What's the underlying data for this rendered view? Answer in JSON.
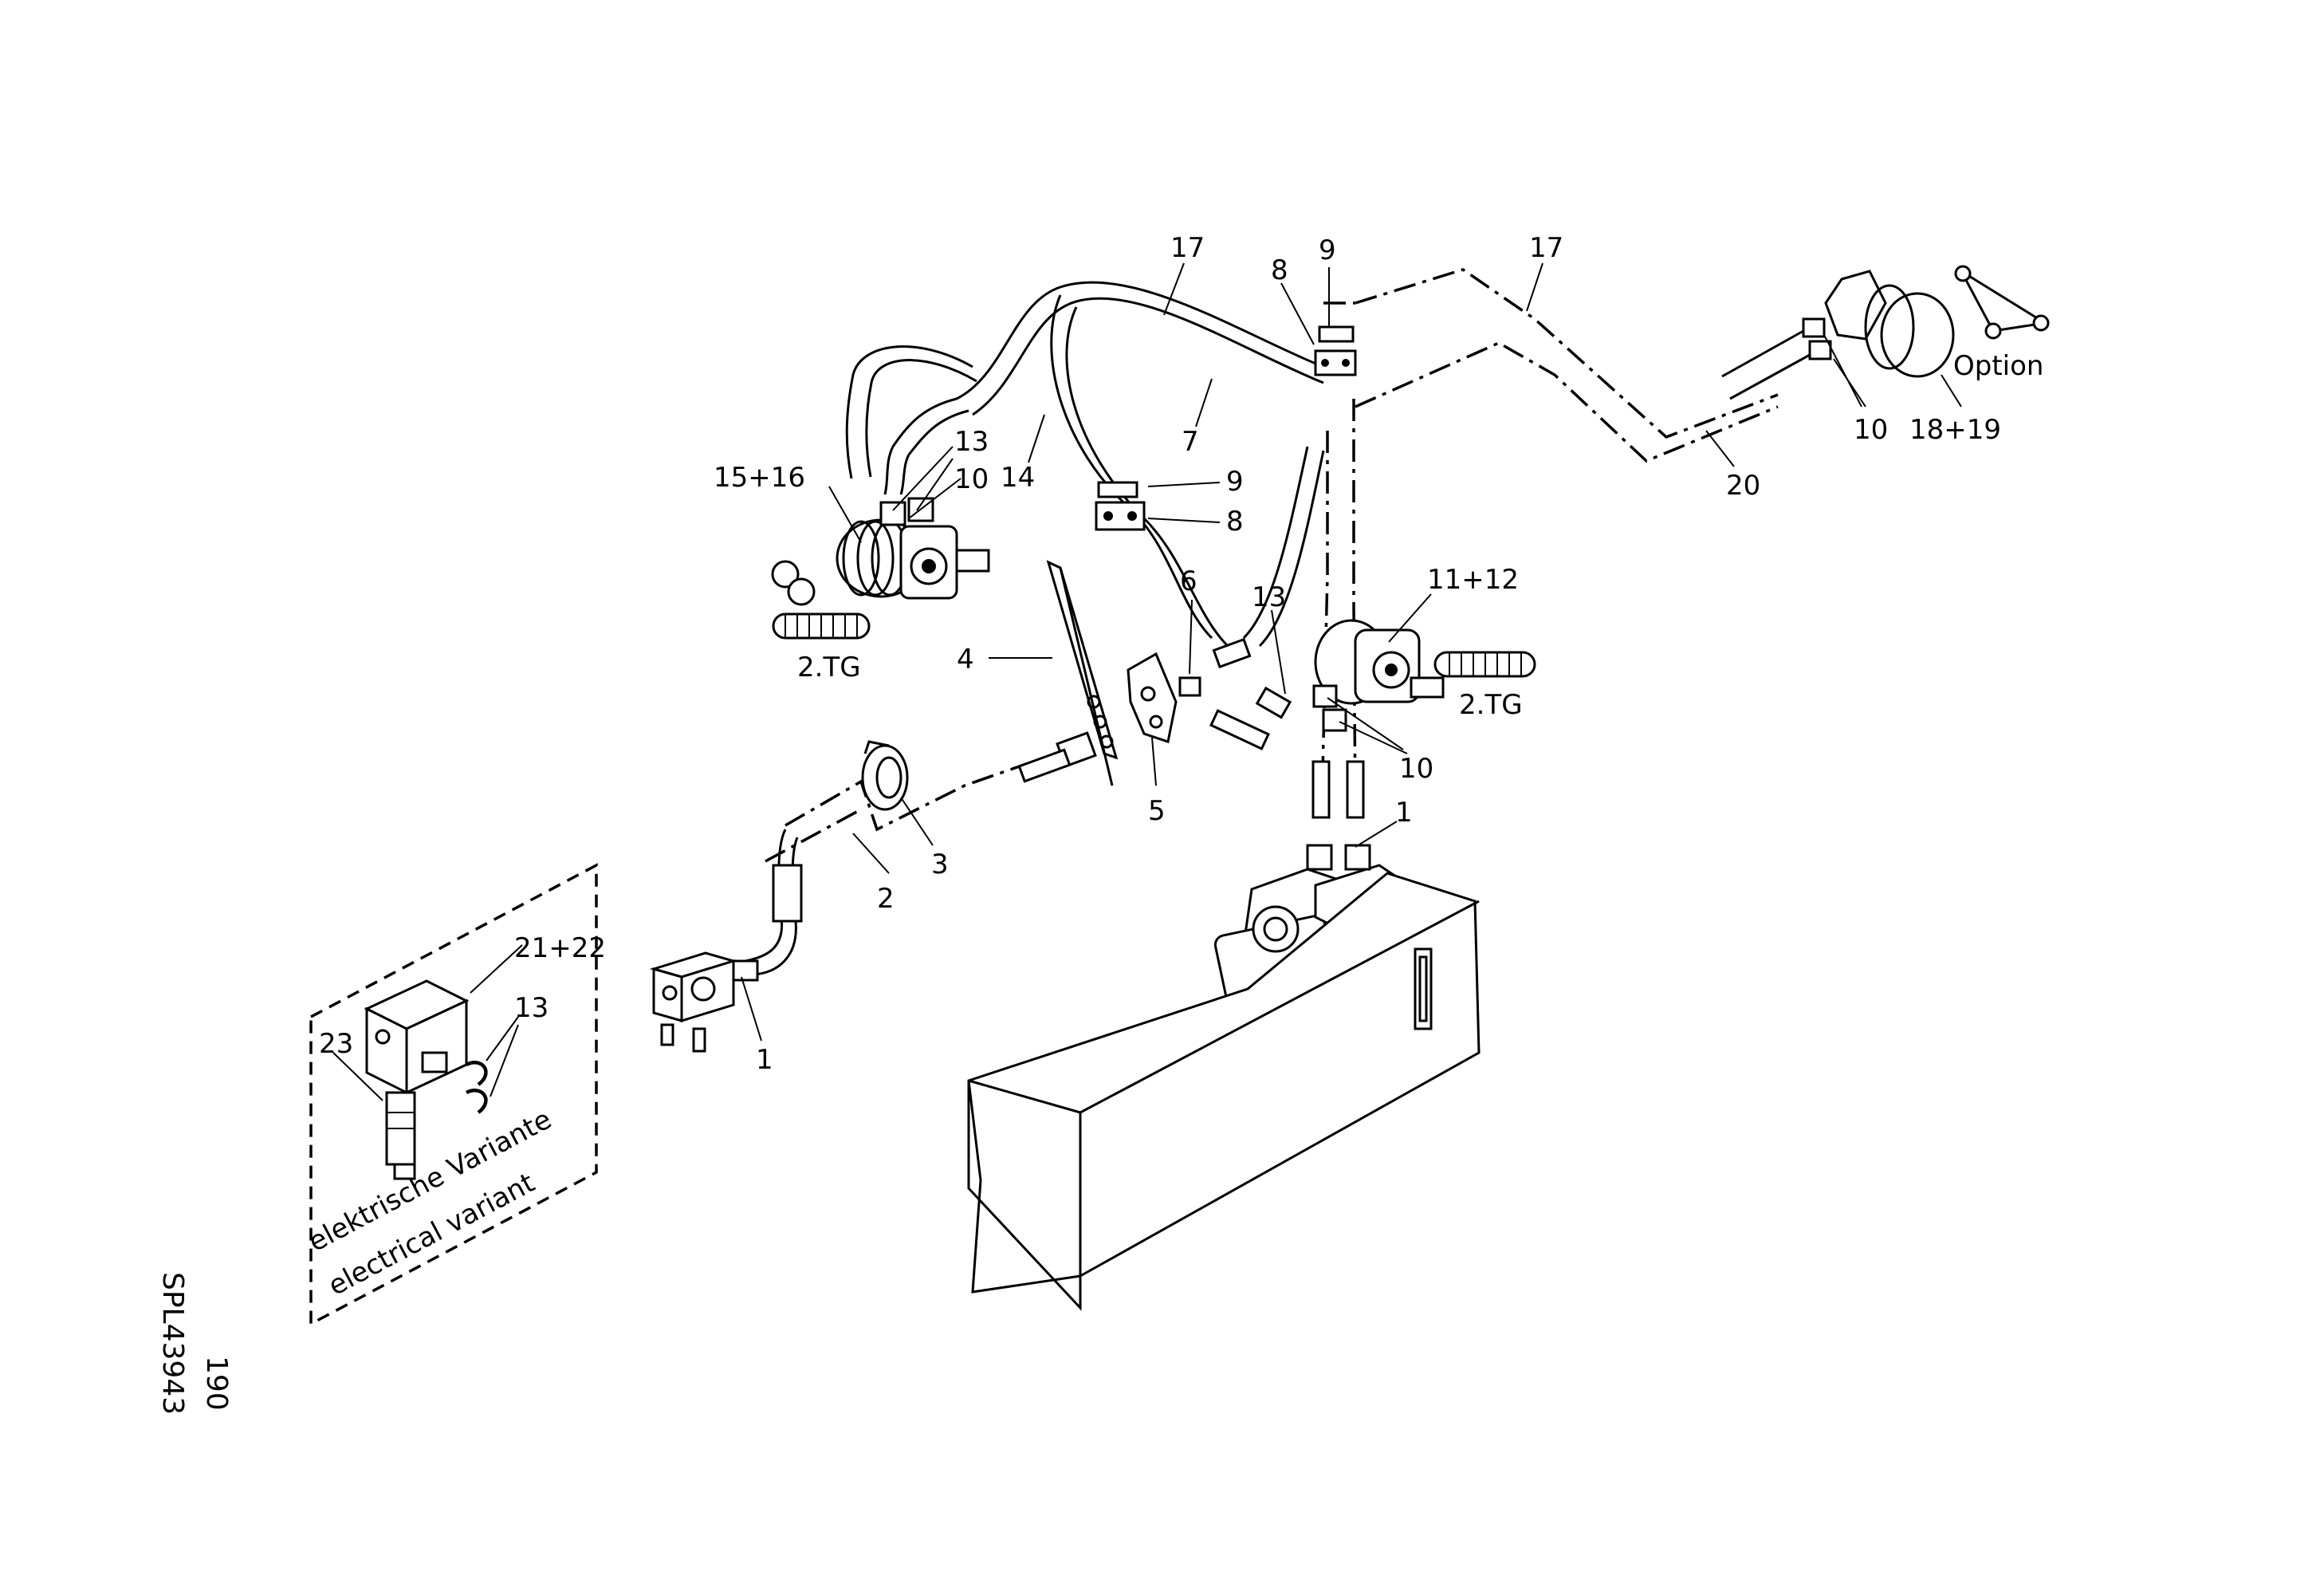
{
  "callouts": {
    "c17a": "17",
    "c17b": "17",
    "c8a": "8",
    "c9a": "9",
    "c9b": "9",
    "c8b": "8",
    "c7": "7",
    "c14": "14",
    "c13a": "13",
    "c10a": "10",
    "c1516": "15+16",
    "c4": "4",
    "c5": "5",
    "c6": "6",
    "c13b": "13",
    "c1112": "11+12",
    "c10b": "10",
    "c1a": "1",
    "c1b": "1",
    "c2": "2",
    "c3": "3",
    "c10c": "10",
    "c1819": "18+19",
    "c20": "20",
    "c2122": "21+22",
    "c13c": "13",
    "c23": "23"
  },
  "labels": {
    "tg_left": "2.TG",
    "tg_right": "2.TG",
    "option": "Option",
    "variant_de": "elektrische Variante",
    "variant_en": "electrical variant"
  },
  "drawing": {
    "number": "190",
    "code": "SPL43943"
  }
}
